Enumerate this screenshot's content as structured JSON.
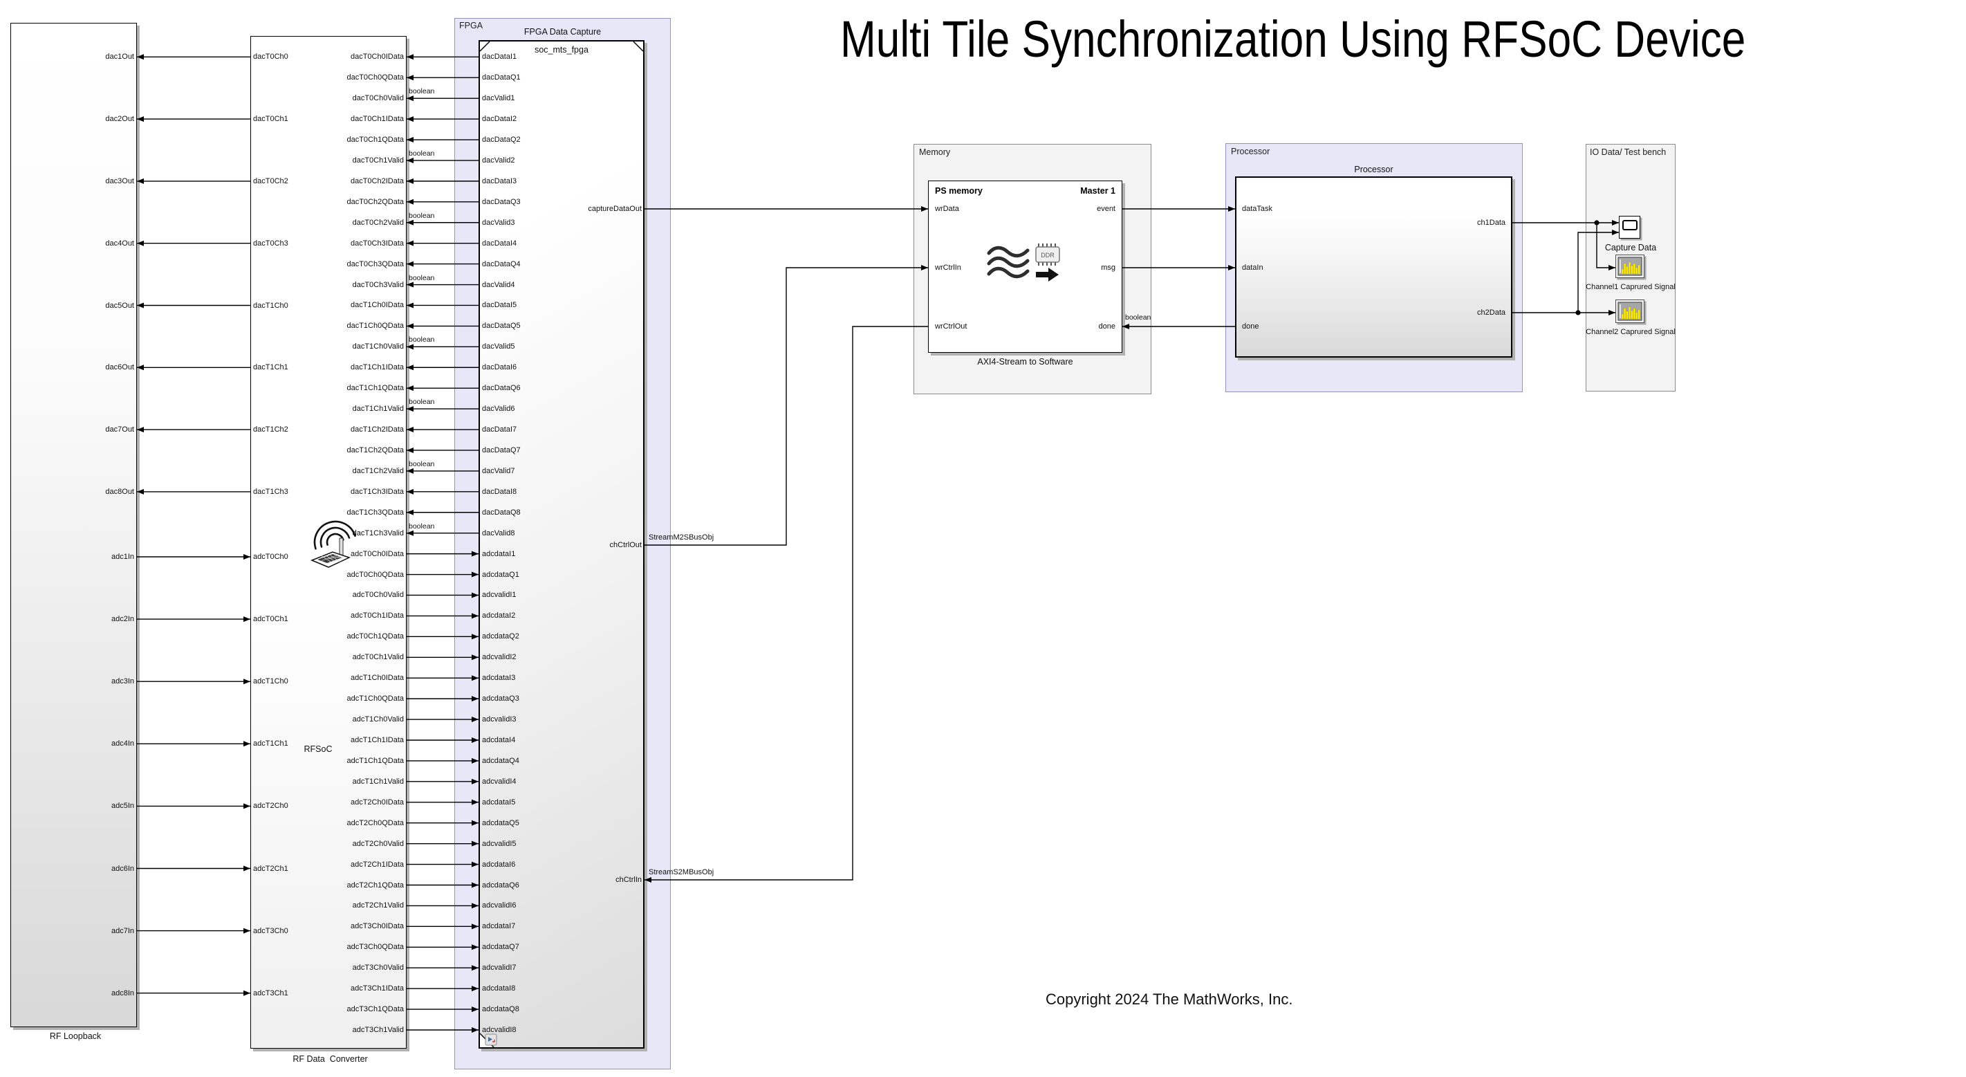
{
  "title": "Multi Tile Synchronization Using RFSoC Device",
  "copyright": "Copyright 2024 The MathWorks, Inc.",
  "boolean_type_label": "boolean",
  "rf_loopback": {
    "label": "RF Loopback",
    "dac_out_ports": [
      "dac1Out",
      "dac2Out",
      "dac3Out",
      "dac4Out",
      "dac5Out",
      "dac6Out",
      "dac7Out",
      "dac8Out"
    ],
    "adc_in_ports": [
      "adc1In",
      "adc2In",
      "adc3In",
      "adc4In",
      "adc5In",
      "adc6In",
      "adc7In",
      "adc8In"
    ]
  },
  "rf_data_converter": {
    "label": "RF Data  Converter",
    "chip_label": "RFSoC",
    "antenna_icon": "rf-antenna-icon",
    "left_dac_ports": [
      "dacT0Ch0",
      "dacT0Ch1",
      "dacT0Ch2",
      "dacT0Ch3",
      "dacT1Ch0",
      "dacT1Ch1",
      "dacT1Ch2",
      "dacT1Ch3"
    ],
    "left_adc_ports": [
      "adcT0Ch0",
      "adcT0Ch1",
      "adcT1Ch0",
      "adcT1Ch1",
      "adcT2Ch0",
      "adcT2Ch1",
      "adcT3Ch0",
      "adcT3Ch1"
    ],
    "right_ports": [
      "dacT0Ch0IData",
      "dacT0Ch0QData",
      "dacT0Ch0Valid",
      "dacT0Ch1IData",
      "dacT0Ch1QData",
      "dacT0Ch1Valid",
      "dacT0Ch2IData",
      "dacT0Ch2QData",
      "dacT0Ch2Valid",
      "dacT0Ch3IData",
      "dacT0Ch3QData",
      "dacT0Ch3Valid",
      "dacT1Ch0IData",
      "dacT1Ch0QData",
      "dacT1Ch0Valid",
      "dacT1Ch1IData",
      "dacT1Ch1QData",
      "dacT1Ch1Valid",
      "dacT1Ch2IData",
      "dacT1Ch2QData",
      "dacT1Ch2Valid",
      "dacT1Ch3IData",
      "dacT1Ch3QData",
      "dacT1Ch3Valid",
      "adcT0Ch0IData",
      "adcT0Ch0QData",
      "adcT0Ch0Valid",
      "adcT0Ch1IData",
      "adcT0Ch1QData",
      "adcT0Ch1Valid",
      "adcT1Ch0IData",
      "adcT1Ch0QData",
      "adcT1Ch0Valid",
      "adcT1Ch1IData",
      "adcT1Ch1QData",
      "adcT1Ch1Valid",
      "adcT2Ch0IData",
      "adcT2Ch0QData",
      "adcT2Ch0Valid",
      "adcT2Ch1IData",
      "adcT2Ch1QData",
      "adcT2Ch1Valid",
      "adcT3Ch0IData",
      "adcT3Ch0QData",
      "adcT3Ch0Valid",
      "adcT3Ch1IData",
      "adcT3Ch1QData",
      "adcT3Ch1Valid"
    ]
  },
  "fpga": {
    "region_label": "FPGA",
    "block_title": "FPGA Data Capture",
    "model_ref_name": "soc_mts_fpga",
    "left_ports": [
      "dacDataI1",
      "dacDataQ1",
      "dacValid1",
      "dacDataI2",
      "dacDataQ2",
      "dacValid2",
      "dacDataI3",
      "dacDataQ3",
      "dacValid3",
      "dacDataI4",
      "dacDataQ4",
      "dacValid4",
      "dacDataI5",
      "dacDataQ5",
      "dacValid5",
      "dacDataI6",
      "dacDataQ6",
      "dacValid6",
      "dacDataI7",
      "dacDataQ7",
      "dacValid7",
      "dacDataI8",
      "dacDataQ8",
      "dacValid8",
      "adcdataI1",
      "adcdataQ1",
      "adcvalidI1",
      "adcdataI2",
      "adcdataQ2",
      "adcvalidI2",
      "adcdataI3",
      "adcdataQ3",
      "adcvalidI3",
      "adcdataI4",
      "adcdataQ4",
      "adcvalidI4",
      "adcdataI5",
      "adcdataQ5",
      "adcvalidI5",
      "adcdataI6",
      "adcdataQ6",
      "adcvalidI6",
      "adcdataI7",
      "adcdataQ7",
      "adcvalidI7",
      "adcdataI8",
      "adcdataQ8",
      "adcvalidI8"
    ],
    "right_ports": [
      "captureDataOut",
      "chCtrlOut",
      "chCtrlIn"
    ],
    "signal_label_out": "StreamM2SBusObj",
    "signal_label_in": "StreamS2MBusObj"
  },
  "memory": {
    "region_label": "Memory",
    "block_title": "PS memory",
    "block_subtitle": "Master 1",
    "left_ports": [
      "wrData",
      "wrCtrlIn",
      "wrCtrlOut"
    ],
    "right_ports": [
      "event",
      "msg",
      "done"
    ],
    "caption": "AXI4-Stream to Software",
    "ddr_icon_text": "DDR"
  },
  "processor": {
    "region_label": "Processor",
    "block_title": "Processor",
    "left_ports": [
      "dataTask",
      "dataIn",
      "done"
    ],
    "right_ports": [
      "ch1Data",
      "ch2Data"
    ]
  },
  "io_bench": {
    "region_label": "IO Data/ Test bench",
    "scope_label": "Capture Data",
    "spectrum1_label": "Channel1 Caprured Signal",
    "spectrum2_label": "Channel2 Caprured Signal"
  }
}
